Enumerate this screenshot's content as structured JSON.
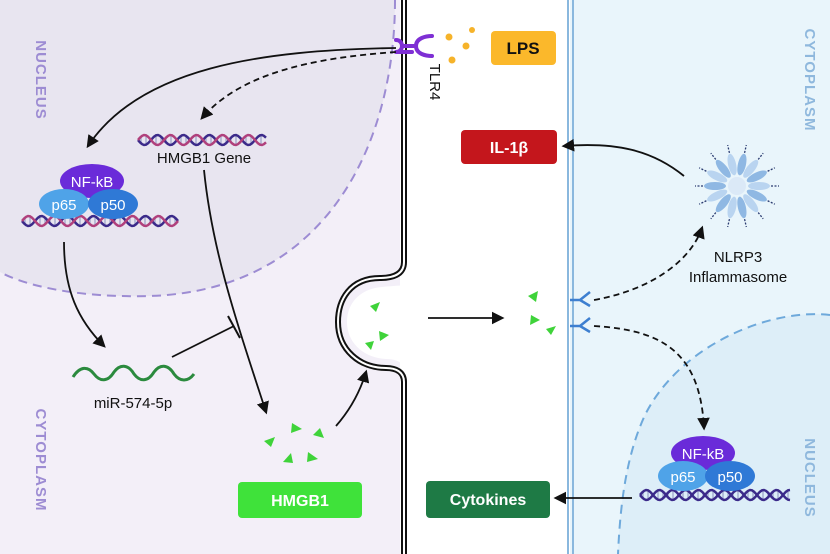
{
  "left_cell": {
    "nucleus_label": "NUCLEUS",
    "cytoplasm_label": "CYTOPLASM"
  },
  "right_cell": {
    "cytoplasm_label": "CYTOPLASM",
    "nucleus_label": "NUCLEUS"
  },
  "receptor": {
    "label": "TLR4"
  },
  "ligand": {
    "label": "LPS"
  },
  "nfkb_left": {
    "title": "NF-kB",
    "sub1": "p65",
    "sub2": "p50"
  },
  "nfkb_right": {
    "title": "NF-kB",
    "sub1": "p65",
    "sub2": "p50"
  },
  "gene": {
    "label": "HMGB1 Gene"
  },
  "mirna": {
    "label": "miR-574-5p"
  },
  "hmgb1": {
    "label": "HMGB1"
  },
  "il1b": {
    "label": "IL-1β"
  },
  "inflammasome": {
    "line1": "NLRP3",
    "line2": "Inflammasome"
  },
  "cytokines": {
    "label": "Cytokines"
  },
  "colors": {
    "left_cytoplasm": "#f3eff8",
    "left_nucleus": "#e8e5f0",
    "right_cytoplasm": "#e9f5fb",
    "right_nucleus": "#ddeef8",
    "lps_box": "#fbb82b",
    "il1b_box": "#c4161c",
    "hmgb1_box": "#3fe23a",
    "cytokines_box": "#1e7a45",
    "hmgb1_protein": "#3fd33a",
    "nfkb": "#6a2bd9",
    "p65": "#4fa3e8",
    "p50": "#2f79d6",
    "receptor": "#7e2fd4",
    "dna_dark": "#3b2a8a",
    "dna_light": "#b0407c",
    "mirna": "#2b8a3e",
    "inflammasome": "#4a86c5"
  }
}
